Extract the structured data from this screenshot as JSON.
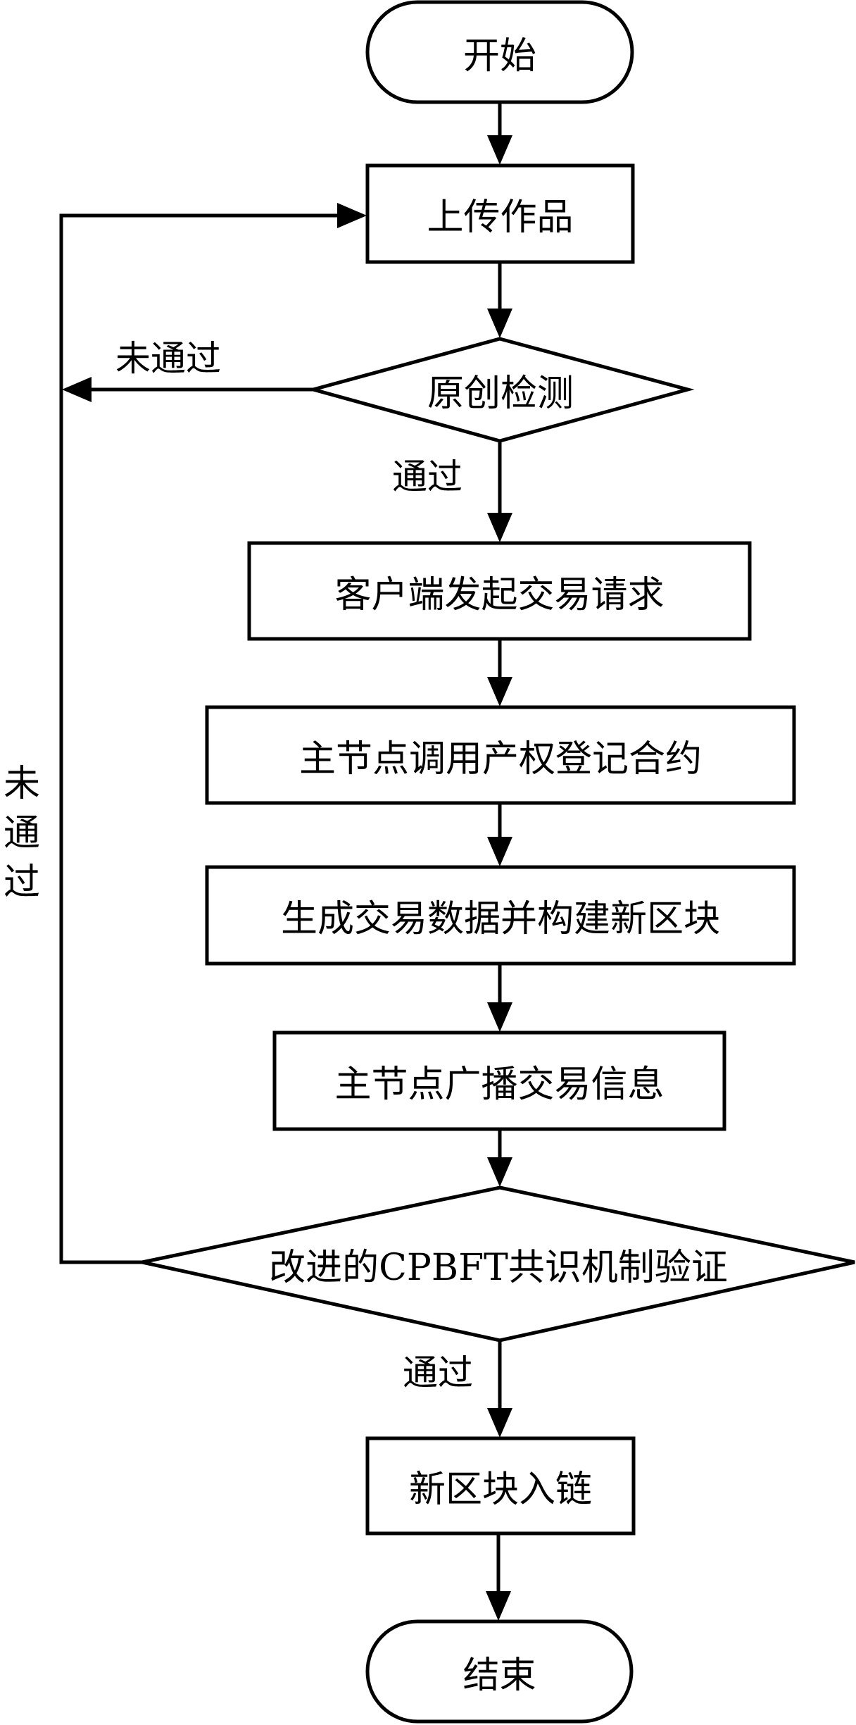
{
  "flowchart": {
    "nodes": {
      "start": "开始",
      "upload": "上传作品",
      "originality_check": "原创检测",
      "client_request": "客户端发起交易请求",
      "invoke_contract": "主节点调用产权登记合约",
      "build_block": "生成交易数据并构建新区块",
      "broadcast": "主节点广播交易信息",
      "consensus_check": "改进的CPBFT共识机制验证",
      "append_block": "新区块入链",
      "end": "结束"
    },
    "edge_labels": {
      "originality_fail": "未通过",
      "originality_pass": "通过",
      "consensus_fail": "未\n通\n过",
      "consensus_pass": "通过"
    },
    "stroke_color": "#000000",
    "background_color": "#ffffff"
  }
}
